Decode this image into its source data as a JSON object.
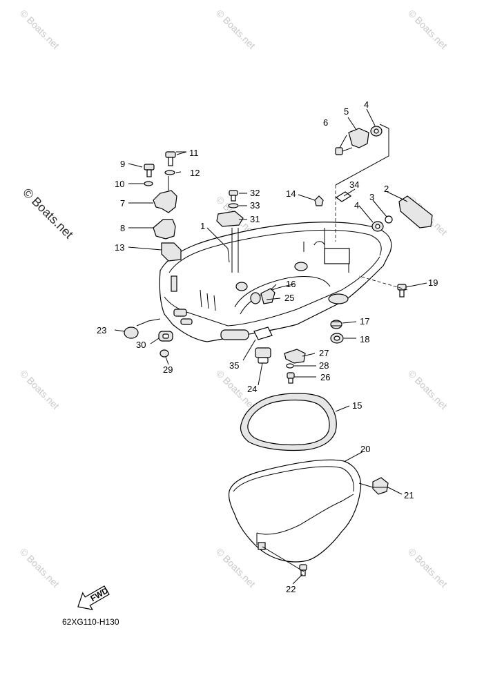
{
  "watermark": "© Boats.net",
  "diagram_code": "62XG110-H130",
  "fwd_label": "FWD",
  "callouts": {
    "c1": "1",
    "c2": "2",
    "c3": "3",
    "c4a": "4",
    "c4b": "4",
    "c5": "5",
    "c6": "6",
    "c7": "7",
    "c8": "8",
    "c9": "9",
    "c10": "10",
    "c11": "11",
    "c12": "12",
    "c13": "13",
    "c14": "14",
    "c15": "15",
    "c16": "16",
    "c17": "17",
    "c18": "18",
    "c19": "19",
    "c20": "20",
    "c21": "21",
    "c22": "22",
    "c23": "23",
    "c24": "24",
    "c25": "25",
    "c26": "26",
    "c27": "27",
    "c28": "28",
    "c29": "29",
    "c30": "30",
    "c31": "31",
    "c32": "32",
    "c33": "33",
    "c34": "34",
    "c35": "35"
  }
}
